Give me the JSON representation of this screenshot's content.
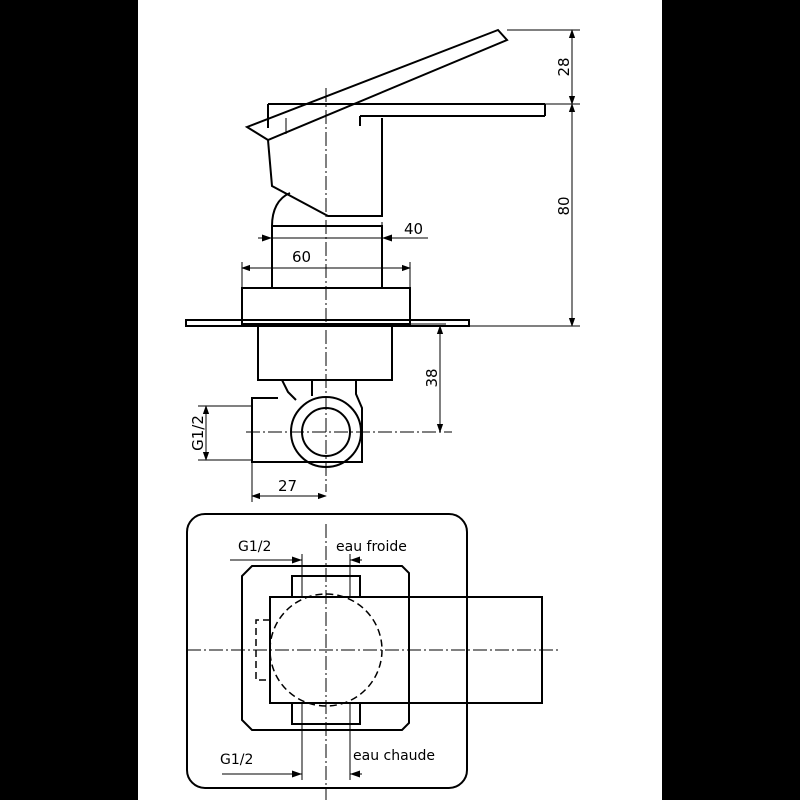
{
  "dimensions": {
    "handle_height": "28",
    "total_height": "80",
    "neck_width": "40",
    "body_width": "60",
    "body_depth": "38",
    "outlet_offset": "27",
    "thread_side": "G1/2"
  },
  "plan_labels": {
    "thread_top": "G1/2",
    "cold_water": "eau froide",
    "thread_bottom": "G1/2",
    "hot_water": "eau chaude"
  },
  "colors": {
    "background": "#000000",
    "sheet": "#ffffff",
    "ink": "#000000"
  }
}
